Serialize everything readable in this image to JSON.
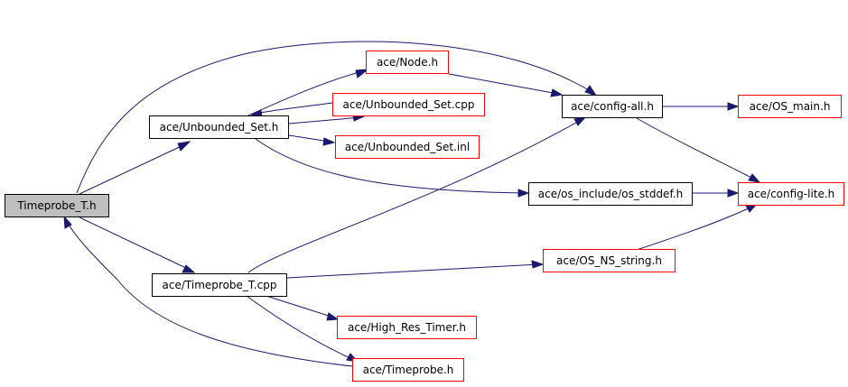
{
  "nodes": {
    "timeprobe_t_h": "Timeprobe_T.h",
    "unbounded_set_h": "ace/Unbounded_Set.h",
    "timeprobe_t_cpp": "ace/Timeprobe_T.cpp",
    "node_h": "ace/Node.h",
    "unbounded_set_cpp": "ace/Unbounded_Set.cpp",
    "unbounded_set_inl": "ace/Unbounded_Set.inl",
    "config_all_h": "ace/config-all.h",
    "os_include_os_stddef_h": "ace/os_include/os_stddef.h",
    "os_ns_string_h": "ace/OS_NS_string.h",
    "high_res_timer_h": "ace/High_Res_Timer.h",
    "timeprobe_h": "ace/Timeprobe.h",
    "os_main_h": "ace/OS_main.h",
    "config_lite_h": "ace/config-lite.h"
  },
  "colors": {
    "edge": "#191970",
    "documented_border": "#000000",
    "undocumented_border": "#ff0000",
    "root_fill": "#bfbfbf"
  }
}
